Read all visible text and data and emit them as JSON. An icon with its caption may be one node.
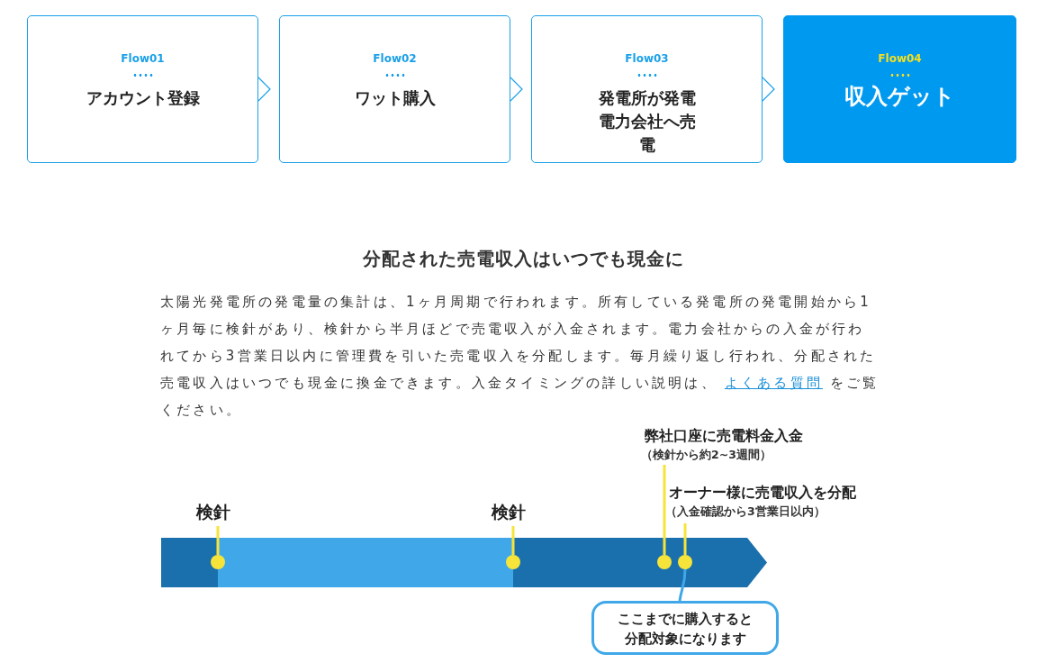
{
  "diagram": {
    "title": "分配された売電収入はいつでも現金に",
    "nodes": [
      {
        "text": [
          "Flow01",
          "アカウント登録"
        ]
      },
      {
        "text": [
          "Flow02",
          "ワット購入"
        ]
      },
      {
        "text": [
          "Flow03",
          "発電所が発電電力会社へ売電"
        ]
      },
      {
        "text": [
          "Flow04",
          "収入ゲット"
        ]
      },
      {
        "text": [
          "検針"
        ]
      },
      {
        "text": [],
        "shape": "circle"
      },
      {
        "text": [
          "検針"
        ]
      },
      {
        "text": [],
        "shape": "circle"
      },
      {
        "text": [
          "弊社口座に売電料金入金",
          "（検針から約2~3週間）"
        ]
      },
      {
        "text": [],
        "shape": "circle"
      },
      {
        "text": [
          "オーナー様に売電収入を分配",
          "（入金確認から3営業日以内）"
        ]
      },
      {
        "text": [],
        "shape": "circle"
      },
      {
        "text": [
          "ここまでに購入すると分配対象になります"
        ]
      }
    ],
    "edges": [
      {
        "from": 0,
        "to": 1,
        "arrow": "to",
        "color": "#1aa0e8"
      },
      {
        "from": 1,
        "to": 2,
        "arrow": "to",
        "color": "#1aa0e8"
      },
      {
        "from": 2,
        "to": 3,
        "arrow": "to",
        "color": "#1aa0e8"
      },
      {
        "from": 4,
        "to": 5,
        "arrow": "none",
        "color": "#f7e43a"
      },
      {
        "from": 6,
        "to": 7,
        "arrow": "none",
        "color": "#f7e43a"
      },
      {
        "from": 8,
        "to": 9,
        "arrow": "none",
        "color": "#f7e43a"
      },
      {
        "from": 10,
        "to": 11,
        "arrow": "none",
        "color": "#f7e43a"
      },
      {
        "from": 12,
        "to": 11,
        "arrow": "none",
        "color": "#40a8e8"
      }
    ],
    "labels": [
      "太陽光発電所の発電量の集計は、1ヶ月周期で行われます。所有している発電所の発電開始から1ヶ月毎に検針があり、検針から半月ほどで売電収入が入金されます。電力会社からの入金が行われてから3営業日以内に管理費を引いた売電収入を分配します。毎月繰り返し行われ、分配された売電収入はいつでも現金に換金できます。入金タイミングの詳しい説明は、",
      "よくある質問",
      "をご覧ください。"
    ]
  }
}
